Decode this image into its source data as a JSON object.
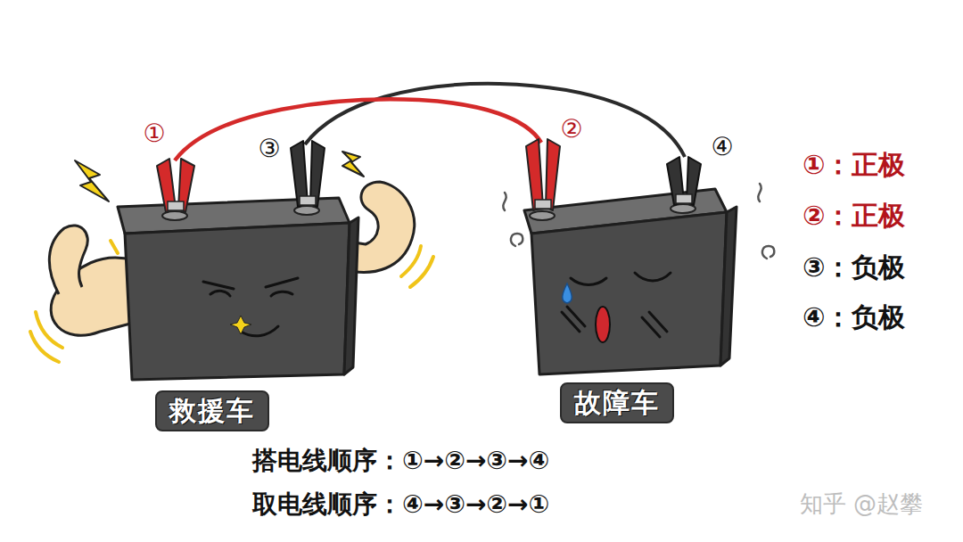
{
  "diagram": {
    "nodes": [
      {
        "text": [
          "救援车"
        ]
      },
      {
        "text": [
          "故障车"
        ]
      }
    ],
    "labels": [
      "①",
      "③",
      "②",
      "④",
      "①：正极",
      "②：正极",
      "③：负极",
      "④：负极",
      "搭电线顺序：①→②→③→④",
      "取电线顺序：④→③→②→①",
      "知乎 @赵攀"
    ]
  }
}
